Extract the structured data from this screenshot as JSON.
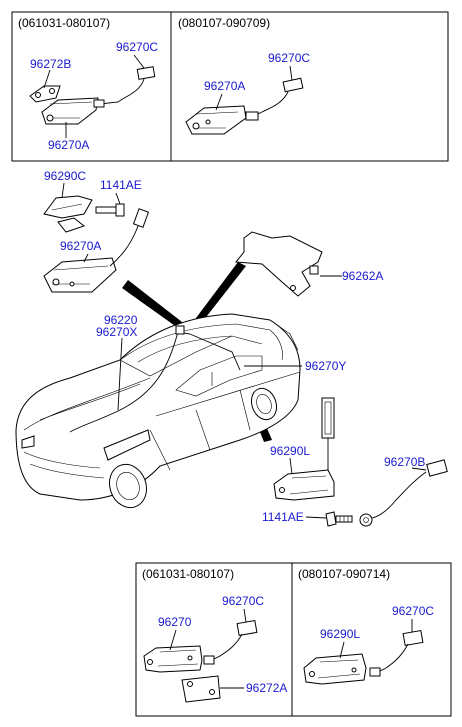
{
  "top_left_box": {
    "header": "(061031-080107)",
    "labels": {
      "a": "96272B",
      "b": "96270C",
      "c": "96270A"
    }
  },
  "top_right_box": {
    "header": "(080107-090709)",
    "labels": {
      "a": "96270C",
      "b": "96270A"
    }
  },
  "main": {
    "labels": {
      "p96290C": "96290C",
      "p1141AE_top": "1141AE",
      "p96270A": "96270A",
      "p96262A": "96262A",
      "p96220": "96220",
      "p96270X": "96270X",
      "p96270Y": "96270Y",
      "p96290L": "96290L",
      "p96270B": "96270B",
      "p1141AE_bottom": "1141AE"
    }
  },
  "bottom_left_box": {
    "header": "(061031-080107)",
    "labels": {
      "a": "96270",
      "b": "96270C",
      "c": "96272A"
    }
  },
  "bottom_right_box": {
    "header": "(080107-090714)",
    "labels": {
      "a": "96290L",
      "b": "96270C"
    }
  },
  "colors": {
    "part_number": "#1a1ad0",
    "lines": "#000000",
    "background": "#ffffff"
  }
}
